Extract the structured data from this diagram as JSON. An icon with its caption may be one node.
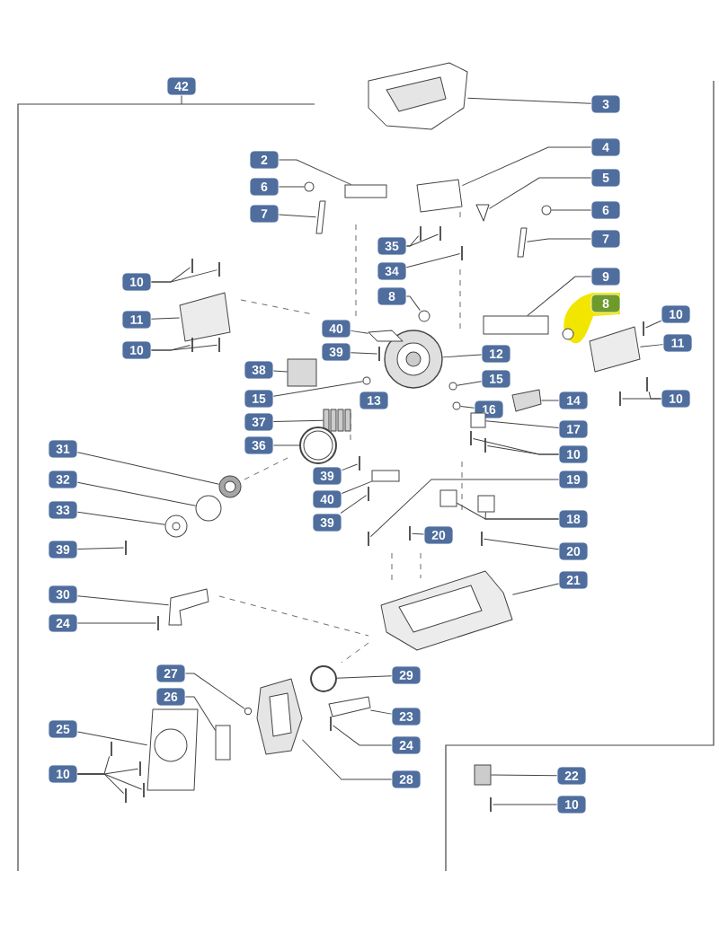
{
  "diagram": {
    "nodes": [
      {
        "text": [
          "42"
        ]
      },
      {
        "text": [
          "3"
        ]
      },
      {
        "text": [
          "2"
        ]
      },
      {
        "text": [
          "4"
        ]
      },
      {
        "text": [
          "6"
        ]
      },
      {
        "text": [
          "5"
        ]
      },
      {
        "text": [
          "7"
        ]
      },
      {
        "text": [
          "6"
        ]
      },
      {
        "text": [
          "35"
        ]
      },
      {
        "text": [
          "7"
        ]
      },
      {
        "text": [
          "10"
        ]
      },
      {
        "text": [
          "34"
        ]
      },
      {
        "text": [
          "9"
        ]
      },
      {
        "text": [
          "8"
        ]
      },
      {
        "text": [
          "8"
        ]
      },
      {
        "text": [
          "10"
        ]
      },
      {
        "text": [
          "11"
        ]
      },
      {
        "text": [
          "40"
        ]
      },
      {
        "text": [
          "11"
        ]
      },
      {
        "text": [
          "10"
        ]
      },
      {
        "text": [
          "39"
        ]
      },
      {
        "text": [
          "12"
        ]
      },
      {
        "text": [
          "38"
        ]
      },
      {
        "text": [
          "15"
        ]
      },
      {
        "text": [
          "15"
        ]
      },
      {
        "text": [
          "13"
        ]
      },
      {
        "text": [
          "14"
        ]
      },
      {
        "text": [
          "10"
        ]
      },
      {
        "text": [
          "16"
        ]
      },
      {
        "text": [
          "37"
        ]
      },
      {
        "text": [
          "17"
        ]
      },
      {
        "text": [
          "36"
        ]
      },
      {
        "text": [
          "10"
        ]
      },
      {
        "text": [
          "31"
        ]
      },
      {
        "text": [
          "19"
        ]
      },
      {
        "text": [
          "32"
        ]
      },
      {
        "text": [
          "39"
        ]
      },
      {
        "text": [
          "40"
        ]
      },
      {
        "text": [
          "33"
        ]
      },
      {
        "text": [
          "18"
        ]
      },
      {
        "text": [
          "39"
        ]
      },
      {
        "text": [
          "20"
        ]
      },
      {
        "text": [
          "39"
        ]
      },
      {
        "text": [
          "20"
        ]
      },
      {
        "text": [
          "30"
        ]
      },
      {
        "text": [
          "21"
        ]
      },
      {
        "text": [
          "24"
        ]
      },
      {
        "text": [
          "27"
        ]
      },
      {
        "text": [
          "29"
        ]
      },
      {
        "text": [
          "26"
        ]
      },
      {
        "text": [
          "23"
        ]
      },
      {
        "text": [
          "25"
        ]
      },
      {
        "text": [
          "24"
        ]
      },
      {
        "text": [
          "10"
        ]
      },
      {
        "text": [
          "28"
        ]
      },
      {
        "text": [
          "22"
        ]
      },
      {
        "text": [
          "10"
        ]
      },
      {
        "text": [],
        "shape": "picture"
      },
      {
        "text": [],
        "shape": "picture"
      },
      {
        "text": [],
        "shape": "box"
      },
      {
        "text": [],
        "shape": "picture"
      },
      {
        "text": [],
        "shape": "picture"
      },
      {
        "text": [],
        "shape": "circle"
      },
      {
        "text": [],
        "shape": "circle"
      },
      {
        "text": [],
        "shape": "picture"
      },
      {
        "text": [],
        "shape": "picture"
      },
      {
        "text": [],
        "shape": "picture"
      },
      {
        "text": [],
        "shape": "box"
      },
      {
        "text": [],
        "shape": "circle"
      },
      {
        "text": [],
        "shape": "circle"
      },
      {
        "text": [],
        "shape": "picture"
      },
      {
        "text": [],
        "shape": "picture"
      },
      {
        "text": [],
        "shape": "box"
      },
      {
        "text": [],
        "shape": "picture"
      },
      {
        "text": [],
        "shape": "circle"
      },
      {
        "text": [],
        "shape": "circle"
      },
      {
        "text": [],
        "shape": "circle"
      },
      {
        "text": [],
        "shape": "picture"
      },
      {
        "text": [],
        "shape": "circle"
      },
      {
        "text": [],
        "shape": "circle"
      },
      {
        "text": [],
        "shape": "circle"
      },
      {
        "text": [],
        "shape": "circle"
      },
      {
        "text": [],
        "shape": "box"
      },
      {
        "text": [],
        "shape": "box"
      },
      {
        "text": [],
        "shape": "bar"
      },
      {
        "text": [],
        "shape": "bar"
      },
      {
        "text": [],
        "shape": "bar"
      },
      {
        "text": [],
        "shape": "bar"
      },
      {
        "text": [],
        "shape": "bar"
      },
      {
        "text": [],
        "shape": "bar"
      },
      {
        "text": [],
        "shape": "bar"
      },
      {
        "text": [],
        "shape": "bar"
      },
      {
        "text": [],
        "shape": "bar"
      },
      {
        "text": [],
        "shape": "bar"
      },
      {
        "text": [],
        "shape": "bar"
      },
      {
        "text": [],
        "shape": "bar"
      },
      {
        "text": [],
        "shape": "bar"
      },
      {
        "text": [],
        "shape": "bar"
      },
      {
        "text": [],
        "shape": "bar"
      },
      {
        "text": [],
        "shape": "bar"
      },
      {
        "text": [],
        "shape": "bar"
      },
      {
        "text": [],
        "shape": "bar"
      },
      {
        "text": [],
        "shape": "bar"
      },
      {
        "text": [],
        "shape": "bar"
      },
      {
        "text": [],
        "shape": "bar"
      },
      {
        "text": [],
        "shape": "bar"
      },
      {
        "text": [],
        "shape": "bar"
      },
      {
        "text": [],
        "shape": "bar"
      },
      {
        "text": [],
        "shape": "bar"
      },
      {
        "text": [],
        "shape": "box"
      },
      {
        "text": [],
        "shape": "box"
      },
      {
        "text": [],
        "shape": "picture"
      },
      {
        "text": [],
        "shape": "picture"
      },
      {
        "text": [],
        "shape": "circle"
      },
      {
        "text": [],
        "shape": "picture"
      },
      {
        "text": [],
        "shape": "picture"
      },
      {
        "text": [],
        "shape": "circle"
      },
      {
        "text": [],
        "shape": "box"
      },
      {
        "text": [],
        "shape": "picture"
      },
      {
        "text": [],
        "shape": "box"
      },
      {
        "text": [],
        "shape": "bar"
      }
    ],
    "edges": [
      {
        "from": 0,
        "to": null,
        "arrow": "none"
      },
      {
        "from": 1,
        "to": 57,
        "arrow": "none"
      },
      {
        "from": 2,
        "to": 59,
        "arrow": "none"
      },
      {
        "from": 3,
        "to": 58,
        "arrow": "none"
      },
      {
        "from": 4,
        "to": 62,
        "arrow": "none"
      },
      {
        "from": 5,
        "to": 64,
        "arrow": "none"
      },
      {
        "from": 6,
        "to": 60,
        "arrow": "none"
      },
      {
        "from": 7,
        "to": 63,
        "arrow": "none"
      },
      {
        "from": 8,
        "to": 88,
        "arrow": "none"
      },
      {
        "from": 8,
        "to": 89,
        "arrow": "none"
      },
      {
        "from": 9,
        "to": 61,
        "arrow": "none"
      },
      {
        "from": 10,
        "to": 84,
        "arrow": "none"
      },
      {
        "from": 10,
        "to": 85,
        "arrow": "none"
      },
      {
        "from": 11,
        "to": 90,
        "arrow": "none"
      },
      {
        "from": 12,
        "to": 67,
        "arrow": "none"
      },
      {
        "from": 13,
        "to": 69,
        "arrow": "none"
      },
      {
        "from": 15,
        "to": 103,
        "arrow": "none"
      },
      {
        "from": 16,
        "to": 65,
        "arrow": "none"
      },
      {
        "from": 17,
        "to": 71,
        "arrow": "none"
      },
      {
        "from": 18,
        "to": 66,
        "arrow": "none"
      },
      {
        "from": 19,
        "to": 86,
        "arrow": "none"
      },
      {
        "from": 19,
        "to": 87,
        "arrow": "none"
      },
      {
        "from": 20,
        "to": 91,
        "arrow": "none"
      },
      {
        "from": 21,
        "to": 70,
        "arrow": "none"
      },
      {
        "from": 22,
        "to": 72,
        "arrow": "none"
      },
      {
        "from": 23,
        "to": 74,
        "arrow": "none"
      },
      {
        "from": 24,
        "to": 75,
        "arrow": "none"
      },
      {
        "from": 26,
        "to": 73,
        "arrow": "none"
      },
      {
        "from": 27,
        "to": 104,
        "arrow": "none"
      },
      {
        "from": 27,
        "to": 105,
        "arrow": "none"
      },
      {
        "from": 28,
        "to": 76,
        "arrow": "none"
      },
      {
        "from": 29,
        "to": 77,
        "arrow": "none"
      },
      {
        "from": 30,
        "to": 83,
        "arrow": "none"
      },
      {
        "from": 31,
        "to": 78,
        "arrow": "none"
      },
      {
        "from": 32,
        "to": 106,
        "arrow": "none"
      },
      {
        "from": 32,
        "to": 107,
        "arrow": "none"
      },
      {
        "from": 33,
        "to": 79,
        "arrow": "none"
      },
      {
        "from": 34,
        "to": 108,
        "arrow": "none"
      },
      {
        "from": 35,
        "to": 80,
        "arrow": "none"
      },
      {
        "from": 36,
        "to": 92,
        "arrow": "none"
      },
      {
        "from": 37,
        "to": 82,
        "arrow": "none"
      },
      {
        "from": 38,
        "to": 81,
        "arrow": "none"
      },
      {
        "from": 39,
        "to": 109,
        "arrow": "none"
      },
      {
        "from": 39,
        "to": 110,
        "arrow": "none"
      },
      {
        "from": 40,
        "to": 93,
        "arrow": "none"
      },
      {
        "from": 41,
        "to": 95,
        "arrow": "none"
      },
      {
        "from": 42,
        "to": 94,
        "arrow": "none"
      },
      {
        "from": 43,
        "to": 96,
        "arrow": "none"
      },
      {
        "from": 44,
        "to": 112,
        "arrow": "none"
      },
      {
        "from": 45,
        "to": 111,
        "arrow": "none"
      },
      {
        "from": 46,
        "to": 97,
        "arrow": "none"
      },
      {
        "from": 47,
        "to": 116,
        "arrow": "none"
      },
      {
        "from": 48,
        "to": 113,
        "arrow": "none"
      },
      {
        "from": 49,
        "to": 117,
        "arrow": "none"
      },
      {
        "from": 50,
        "to": 115,
        "arrow": "none"
      },
      {
        "from": 51,
        "to": 118,
        "arrow": "none"
      },
      {
        "from": 52,
        "to": 98,
        "arrow": "none"
      },
      {
        "from": 53,
        "to": 99,
        "arrow": "none"
      },
      {
        "from": 53,
        "to": 100,
        "arrow": "none"
      },
      {
        "from": 53,
        "to": 101,
        "arrow": "none"
      },
      {
        "from": 53,
        "to": 102,
        "arrow": "none"
      },
      {
        "from": 54,
        "to": 114,
        "arrow": "none"
      },
      {
        "from": 55,
        "to": 119,
        "arrow": "none"
      },
      {
        "from": 56,
        "to": 120,
        "arrow": "none"
      }
    ]
  }
}
